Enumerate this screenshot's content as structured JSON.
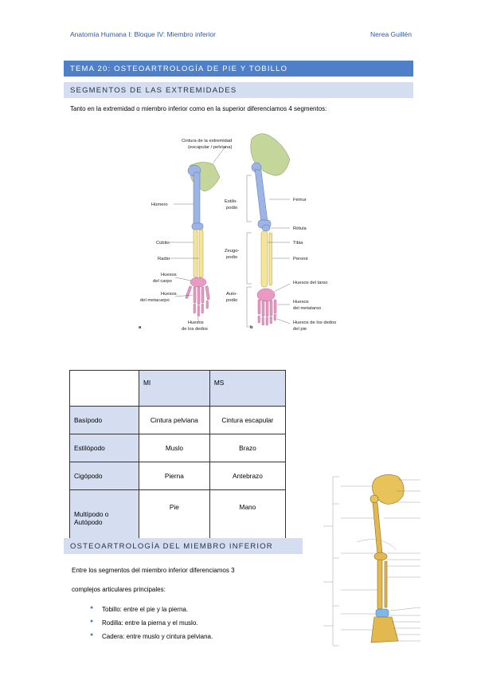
{
  "header": {
    "left": "Anatomía Humana I: Bloque IV: Miembro inferior",
    "right": "Nerea Guillén"
  },
  "title": "TEMA 20: OSTEOARTROLOGÍA DE PIE Y TOBILLO",
  "section1": {
    "heading": "SEGMENTOS DE LAS EXTREMIDADES",
    "intro": "Tanto en la extremidad o miembro inferior como en la superior diferenciamos 4 segmentos:"
  },
  "figure": {
    "labels_a": {
      "cintura": "Cintura de la extremidad",
      "cintura2": "(escapular / pelviana)",
      "humero": "Húmero",
      "cubito": "Cúbito",
      "radio": "Radio",
      "carpo1": "Huesos",
      "carpo2": "del carpo",
      "metacarpo1": "Huesos",
      "metacarpo2": "del metacarpo",
      "dedos1": "Huesos",
      "dedos2": "de los dedos",
      "panel": "a"
    },
    "labels_mid": {
      "estilo1": "Estilo-",
      "estilo2": "podio",
      "zeugo1": "Zeugo-",
      "zeugo2": "podio",
      "auto1": "Auto-",
      "auto2": "podio"
    },
    "labels_b": {
      "femur": "Fémur",
      "rotula": "Rótula",
      "tibia": "Tibia",
      "perone": "Peroné",
      "tarso": "Huesos del tarso",
      "metatarso1": "Huesos",
      "metatarso2": "del metatarso",
      "dedospie1": "Huesos de los dedos",
      "dedospie2": "del pie",
      "panel": "b"
    },
    "colors": {
      "girdle": "#c5d69a",
      "proximal": "#9db5e6",
      "middle": "#f4e59a",
      "distal": "#e89ac3"
    }
  },
  "table": {
    "header": [
      "",
      "MI",
      "MS"
    ],
    "rows": [
      [
        "Basípodo",
        "Cintura pelviana",
        "Cintura escapular"
      ],
      [
        "Estilópodo",
        "Muslo",
        "Brazo"
      ],
      [
        "Cigópodo",
        "Pierna",
        "Antebrazo"
      ],
      [
        "Multípodo o Autópodo",
        "Pie",
        "Mano"
      ]
    ]
  },
  "section2": {
    "heading": "OSTEOARTROLOGÍA DEL MIEMBRO INFERIOR",
    "para1": "Entre los segmentos del miembro inferior diferenciamos 3",
    "para2": "complejos articulares principales:",
    "bullets": [
      "Tobillo: entre el pie y la pierna.",
      "Rodilla: entre la pierna y el muslo.",
      "Cadera: entre muslo y cintura pelviana."
    ]
  }
}
